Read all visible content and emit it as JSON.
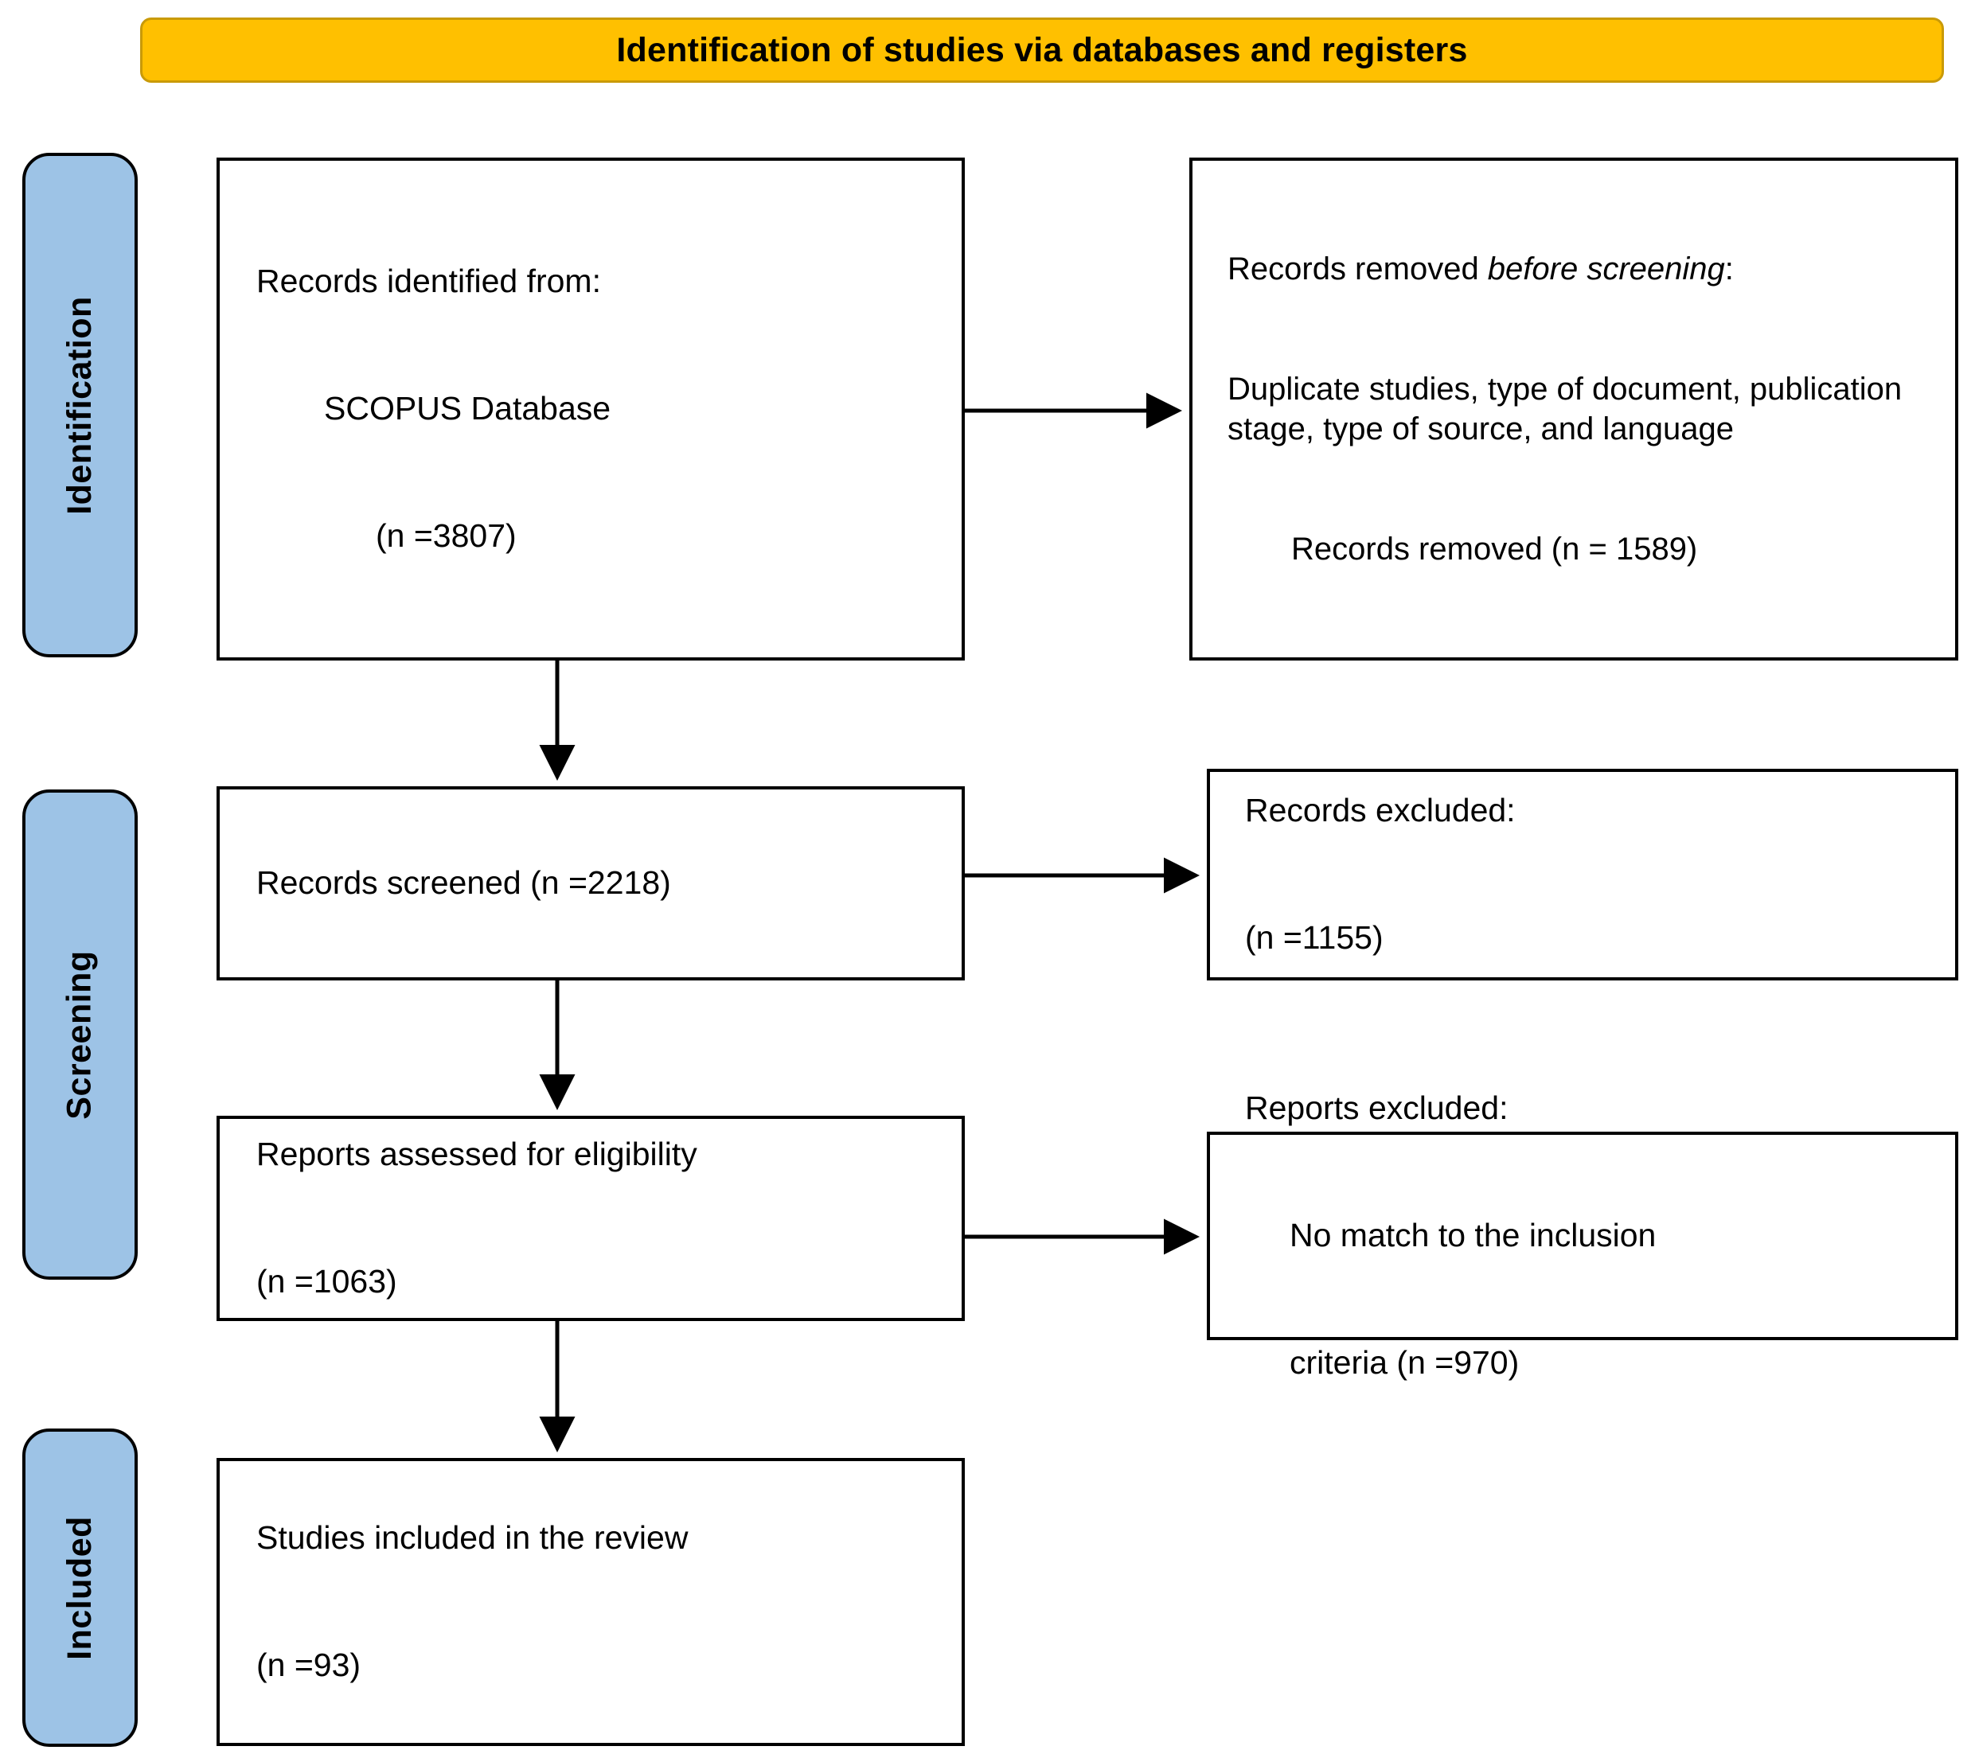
{
  "header": {
    "title": "Identification of studies via databases and registers",
    "background_color": "#FFC000",
    "border_color": "#C99A08"
  },
  "stages": [
    {
      "id": "identification",
      "label": "Identification",
      "color": "#9DC3E6"
    },
    {
      "id": "screening",
      "label": "Screening",
      "color": "#9DC3E6"
    },
    {
      "id": "included",
      "label": "Included",
      "color": "#9DC3E6"
    }
  ],
  "boxes": {
    "records_identified": {
      "line1": "Records identified from:",
      "line2": "SCOPUS Database",
      "line3": "(n =3807)",
      "n": 3807
    },
    "records_removed_before_screening": {
      "heading_normal": "Records removed ",
      "heading_italic": "before screening",
      "heading_colon": ":",
      "reasons": "Duplicate studies, type of document, publication stage, type of source, and language",
      "count_line": "Records removed (n = 1589)",
      "n": 1589
    },
    "records_screened": {
      "text": "Records screened (n =2218)",
      "n": 2218
    },
    "records_excluded": {
      "line1": "Records excluded:",
      "line2": "(n =1155)",
      "n": 1155
    },
    "reports_assessed": {
      "line1": "Reports assessed for eligibility",
      "line2": "(n =1063)",
      "n": 1063
    },
    "reports_excluded": {
      "line1": "Reports excluded:",
      "line2": "No match to the inclusion",
      "line3": "criteria (n =970)",
      "n": 970
    },
    "studies_included": {
      "line1": "Studies included in the review",
      "line2": "(n =93)",
      "n": 93
    }
  },
  "chart_data": {
    "type": "diagram",
    "title": "Identification of studies via databases and registers",
    "flow": [
      {
        "stage": "Identification",
        "node": "Records identified from: SCOPUS Database",
        "n": 3807
      },
      {
        "stage": "Identification",
        "node": "Records removed before screening (duplicates, type of document, publication stage, type of source, language)",
        "n": 1589
      },
      {
        "stage": "Screening",
        "node": "Records screened",
        "n": 2218
      },
      {
        "stage": "Screening",
        "node": "Records excluded",
        "n": 1155
      },
      {
        "stage": "Screening",
        "node": "Reports assessed for eligibility",
        "n": 1063
      },
      {
        "stage": "Screening",
        "node": "Reports excluded: no match to the inclusion criteria",
        "n": 970
      },
      {
        "stage": "Included",
        "node": "Studies included in the review",
        "n": 93
      }
    ]
  }
}
